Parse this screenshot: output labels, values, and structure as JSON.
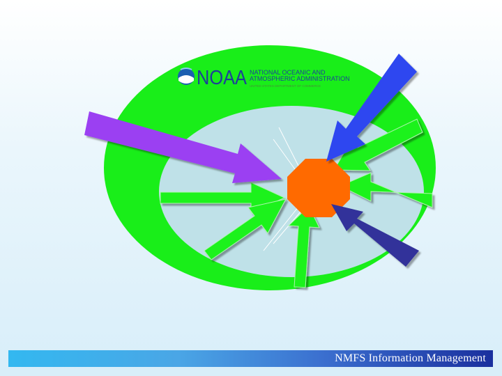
{
  "logo": {
    "wordmark": "NOAA",
    "line1": "NATIONAL OCEANIC AND",
    "line2": "ATMOSPHERIC ADMINISTRATION",
    "line3": "UNITED STATES DEPARTMENT OF COMMERCE"
  },
  "footer": {
    "text": "NMFS Information Management"
  },
  "colors": {
    "outer_ring": "#19ee19",
    "inner_disc": "#bfe1e8",
    "center": "#ff6a00",
    "purple_arrow": "#9b3ff2",
    "blue_arrow": "#2f47f0",
    "navy_arrow": "#33339a",
    "green_arrow": "#1ff21f"
  },
  "icons": [
    "noaa-seal-icon"
  ]
}
